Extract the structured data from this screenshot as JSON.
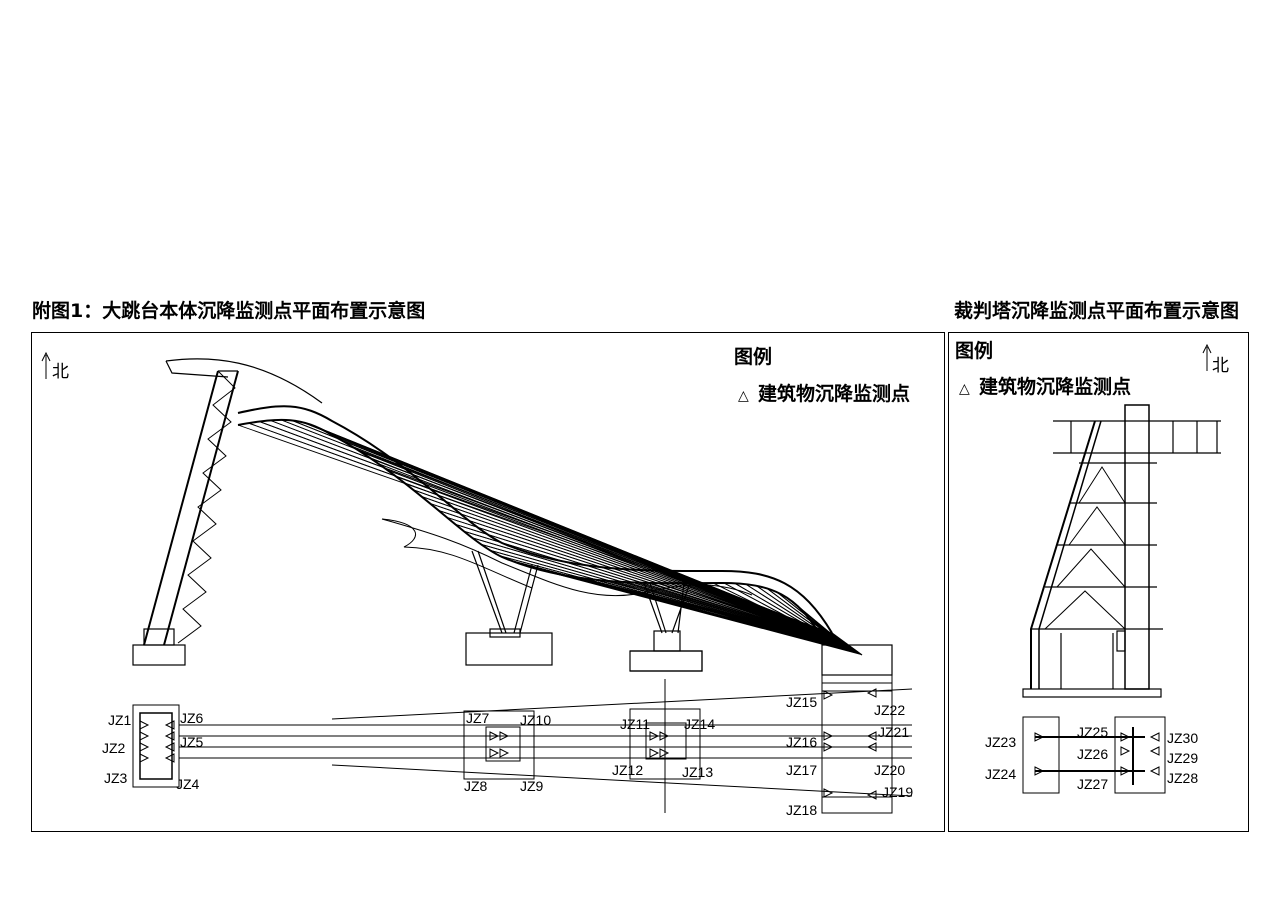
{
  "titles": {
    "left": "附图1：大跳台本体沉降监测点平面布置示意图",
    "right": "裁判塔沉降监测点平面布置示意图"
  },
  "legend": {
    "title": "图例",
    "symbol": "△",
    "item": "建筑物沉降监测点"
  },
  "north": {
    "label": "北",
    "arrow": "↑"
  },
  "points_left": {
    "jz1": "JZ1",
    "jz2": "JZ2",
    "jz3": "JZ3",
    "jz4": "JZ4",
    "jz5": "JZ5",
    "jz6": "JZ6",
    "jz7": "JZ7",
    "jz8": "JZ8",
    "jz9": "JZ9",
    "jz10": "JZ10",
    "jz11": "JZ11",
    "jz12": "JZ12",
    "jz13": "JZ13",
    "jz14": "JZ14",
    "jz15": "JZ15",
    "jz16": "JZ16",
    "jz17": "JZ17",
    "jz18": "JZ18",
    "jz19": "JZ19",
    "jz20": "JZ20",
    "jz21": "JZ21",
    "jz22": "JZ22"
  },
  "points_right": {
    "jz23": "JZ23",
    "jz24": "JZ24",
    "jz25": "JZ25",
    "jz26": "JZ26",
    "jz27": "JZ27",
    "jz28": "JZ28",
    "jz29": "JZ29",
    "jz30": "JZ30"
  }
}
